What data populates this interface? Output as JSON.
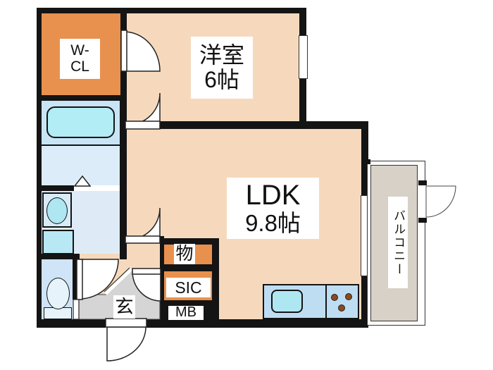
{
  "floorplan": {
    "rooms": {
      "wcl": {
        "line1": "W-",
        "line2": "CL"
      },
      "western_room": {
        "name": "洋室",
        "size": "6帖"
      },
      "ldk": {
        "name": "LDK",
        "size": "9.8帖"
      },
      "entrance": {
        "label": "玄"
      },
      "storage": {
        "label": "物"
      },
      "shoe_closet": {
        "label": "SIC"
      },
      "meter_box": {
        "label": "MB"
      },
      "balcony": {
        "label": "バルコニー"
      }
    },
    "colors": {
      "wall": "#141414",
      "room_peach": "#f6d9bd",
      "closet_orange": "#e8914e",
      "bath_floor_blue": "#dcedf9",
      "tub_cyan": "#b2ecf4",
      "washroom_blue": "#deebf7",
      "toilet_blue": "#cfe4f7",
      "entrance_grey": "#d5d5d5",
      "balcony_grey": "#d7d1c7",
      "kitchen_counter_blue": "#bfddf2",
      "burner_brown": "#8a4a1e"
    }
  }
}
